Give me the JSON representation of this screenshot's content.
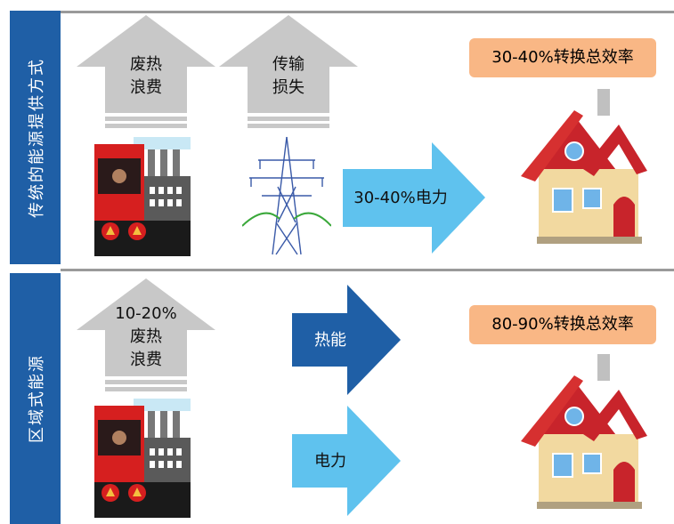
{
  "top": {
    "side_label": "传统的能源提供方式",
    "waste_heat": [
      "废热",
      "浪费"
    ],
    "transmission_loss": [
      "传输",
      "损失"
    ],
    "electricity_arrow": "30-40%电力",
    "efficiency_badge": "30-40%转换总效率"
  },
  "bottom": {
    "side_label": "区域式能源",
    "waste_heat": [
      "10-20%",
      "废热",
      "浪费"
    ],
    "heat_arrow": "热能",
    "electricity_arrow": "电力",
    "efficiency_badge": "80-90%转换总效率"
  },
  "colors": {
    "side_bar": "#1f5fa6",
    "badge": "#f9b785",
    "gray_arrow": "#c8c8c8",
    "light_blue_arrow": "#5fc2ee",
    "dark_blue_arrow": "#1f5fa6"
  },
  "icons": [
    "power-plant-icon",
    "transmission-tower-icon",
    "house-icon"
  ]
}
